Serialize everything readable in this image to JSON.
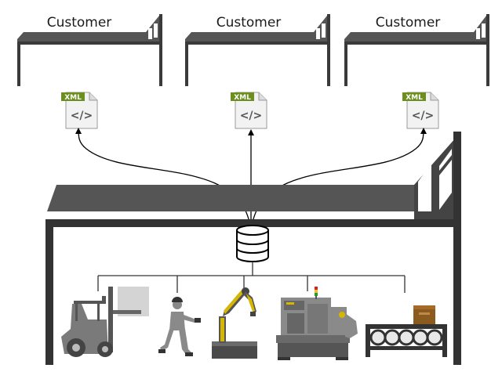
{
  "customers": [
    {
      "label": "Customer"
    },
    {
      "label": "Customer"
    },
    {
      "label": "Customer"
    }
  ],
  "documents": [
    {
      "badge": "XML",
      "glyph": "</>"
    },
    {
      "badge": "XML",
      "glyph": "</>"
    },
    {
      "badge": "XML",
      "glyph": "</>"
    }
  ],
  "colors": {
    "building": "#3a3a3a",
    "roof": "#555555",
    "xml_badge": "#6a8f1f",
    "arrow": "#000000"
  },
  "icons": {
    "database": "database-icon",
    "document": "xml-file-icon",
    "forklift": "forklift-icon",
    "worker": "worker-icon",
    "robot_arm": "robot-arm-icon",
    "cnc_machine": "cnc-machine-icon",
    "conveyor": "conveyor-icon"
  }
}
